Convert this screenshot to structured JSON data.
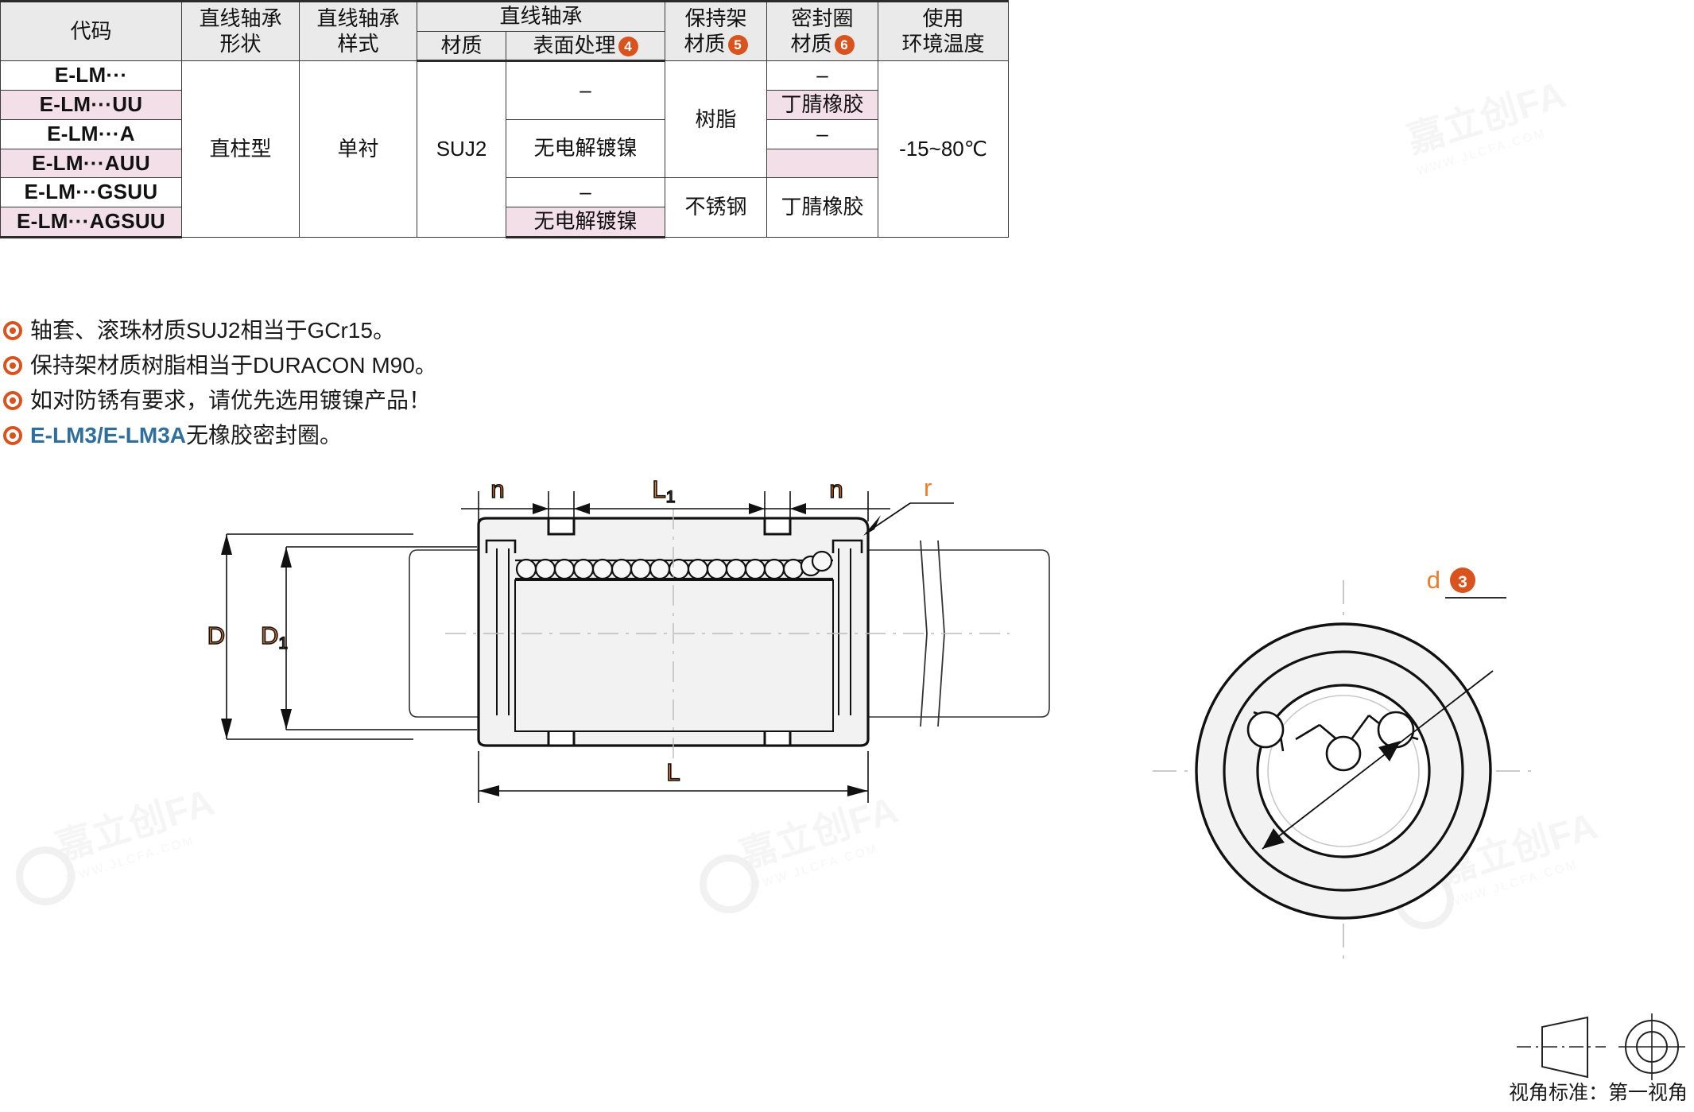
{
  "table": {
    "header": {
      "code": "代码",
      "bearing_shape": "直线轴承\n形状",
      "bearing_style": "直线轴承\n样式",
      "bearing_group": "直线轴承",
      "material": "材质",
      "surface_treatment": "表面处理",
      "surface_treatment_badge": "4",
      "retainer_material": "保持架\n材质",
      "retainer_badge": "5",
      "seal_material": "密封圈\n材质",
      "seal_badge": "6",
      "temperature": "使用\n环境温度"
    },
    "header_lines": {
      "code": "代码",
      "shape_l1": "直线轴承",
      "shape_l2": "形状",
      "style_l1": "直线轴承",
      "style_l2": "样式",
      "group": "直线轴承",
      "material": "材质",
      "surface": "表面处理",
      "retainer_l1": "保持架",
      "retainer_l2": "材质",
      "seal_l1": "密封圈",
      "seal_l2": "材质",
      "temp_l1": "使用",
      "temp_l2": "环境温度"
    },
    "rows": [
      {
        "code": "E-LM···",
        "seal": "–"
      },
      {
        "code": "E-LM···UU",
        "seal": "丁腈橡胶"
      },
      {
        "code": "E-LM···A",
        "seal": "–"
      },
      {
        "code": "E-LM···AUU",
        "seal": ""
      },
      {
        "code": "E-LM···GSUU",
        "seal": "丁腈橡胶"
      },
      {
        "code": "E-LM···AGSUU",
        "seal": ""
      }
    ],
    "merged": {
      "shape": "直柱型",
      "style": "单衬",
      "material": "SUJ2",
      "surface_none_top": "–",
      "surface_nickel_top": "无电解镀镍",
      "surface_none_bottom": "–",
      "surface_nickel_bottom": "无电解镀镍",
      "retainer_resin": "树脂",
      "retainer_stainless": "不锈钢",
      "temperature": "-15~80℃"
    }
  },
  "notes": [
    {
      "text": "轴套、滚珠材质SUJ2相当于GCr15。",
      "highlight": ""
    },
    {
      "text": "保持架材质树脂相当于DURACON M90。",
      "highlight": ""
    },
    {
      "text": "如对防锈有要求，请优先选用镀镍产品！",
      "highlight": ""
    },
    {
      "text": "无橡胶密封圈。",
      "highlight": "E-LM3/E-LM3A"
    }
  ],
  "drawing": {
    "dimensions": {
      "n_left": "n",
      "L1": "L",
      "L1_sub": "1",
      "n_right": "n",
      "r": "r",
      "D": "D",
      "D1": "D",
      "D1_sub": "1",
      "L": "L",
      "d": "d",
      "d_badge": "3"
    },
    "projection_caption": "视角标准：第一视角"
  },
  "watermarks": {
    "main": "嘉立创FA",
    "sub": "WWW.JLCFA.COM",
    "logo": "JLC@FA"
  },
  "colors": {
    "accent_orange": "#d9531e",
    "dim_orange": "#ef7c2a",
    "code_blue": "#2e6f9e",
    "row_alt": "#f2dfe8",
    "header_gray": "#eaeaea"
  }
}
